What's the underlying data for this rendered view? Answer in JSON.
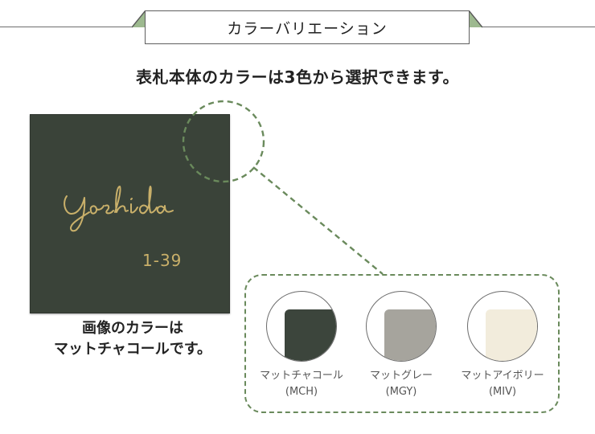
{
  "header": {
    "title": "カラーバリエーション"
  },
  "subtitle": "表札本体のカラーは3色から選択できます。",
  "plate": {
    "name": "Yoshida",
    "number": "1-39",
    "color": "#3a4339",
    "lettering_color": "#c9b06a"
  },
  "caption": {
    "line1": "画像のカラーは",
    "line2": "マットチャコールです。"
  },
  "swatches": [
    {
      "name": "マットチャコール",
      "code": "(MCH)",
      "color": "#3c453c"
    },
    {
      "name": "マットグレー",
      "code": "(MGY)",
      "color": "#a6a49d"
    },
    {
      "name": "マットアイボリー",
      "code": "(MIV)",
      "color": "#f2ecdc"
    }
  ],
  "accent_color": "#6a8a5c"
}
